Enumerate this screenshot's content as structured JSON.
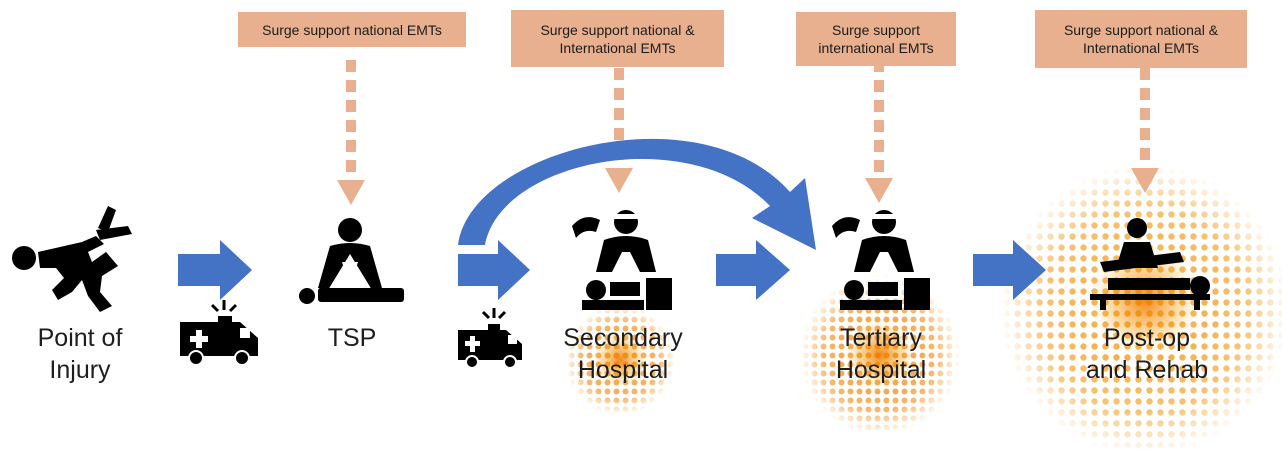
{
  "colors": {
    "surge_box": "#e8b08e",
    "dashed_arrow": "#e8b08e",
    "flow_arrow": "#4472c4",
    "burst_inner": "#f08a10",
    "burst_outer": "#f7b733",
    "icon": "#000000"
  },
  "surge_boxes": [
    {
      "text": "Surge support national EMTs"
    },
    {
      "text": "Surge support national &\nInternational EMTs"
    },
    {
      "text": "Surge support\ninternational EMTs"
    },
    {
      "text": "Surge support national &\nInternational EMTs"
    }
  ],
  "stages": [
    {
      "label": "Point of\nInjury",
      "icon": "fallen-person-icon"
    },
    {
      "label": "TSP",
      "icon": "cpr-icon"
    },
    {
      "label": "Secondary\nHospital",
      "icon": "surgeon-operating-icon"
    },
    {
      "label": "Tertiary\nHospital",
      "icon": "surgeon-operating-icon"
    },
    {
      "label": "Post-op\nand Rehab",
      "icon": "rehab-bed-icon"
    }
  ],
  "transport_icons": [
    "ambulance-icon",
    "ambulance-icon"
  ]
}
